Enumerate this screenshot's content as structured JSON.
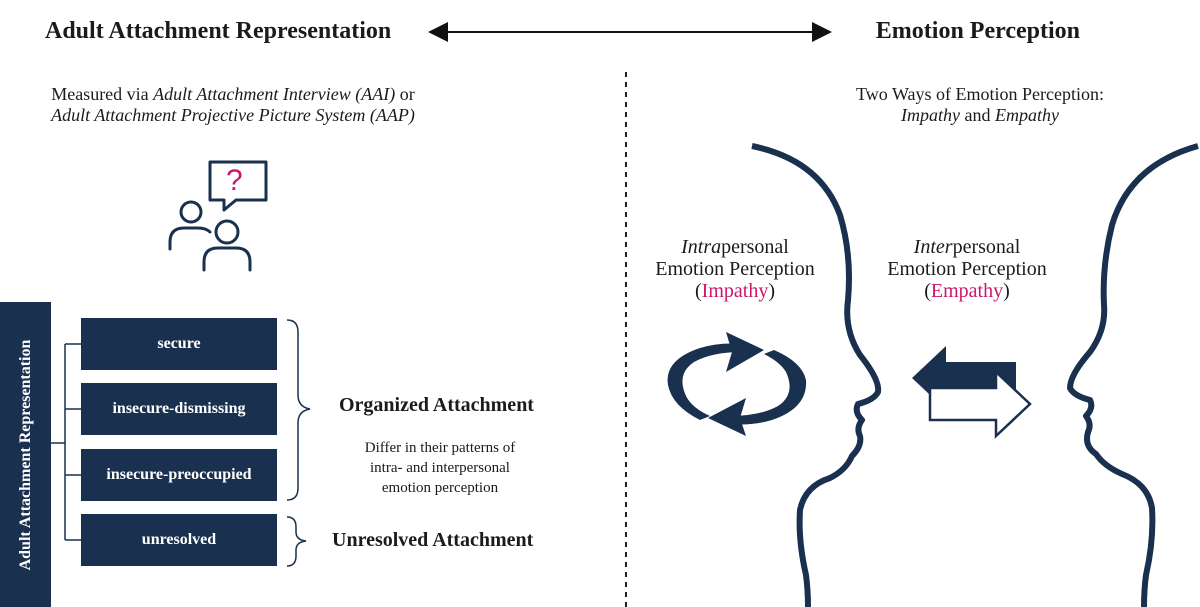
{
  "header": {
    "left_title": "Adult Attachment Representation",
    "right_title": "Emotion Perception"
  },
  "left": {
    "measured_prefix": "Measured via ",
    "instrument_1": "Adult Attachment Interview (AAI)",
    "measured_or": " or",
    "instrument_2": "Adult Attachment Projective Picture System (AAP)",
    "interview_icon_glyph": "?",
    "vertical_label": "Adult Attachment Representation",
    "categories": [
      "secure",
      "insecure-dismissing",
      "insecure-preoccupied",
      "unresolved"
    ],
    "organized_label": "Organized Attachment",
    "differ_line1": "Differ in their patterns of",
    "differ_line2": "intra- and interpersonal",
    "differ_line3": "emotion perception",
    "unresolved_label": "Unresolved Attachment"
  },
  "right": {
    "two_ways_line1": "Two Ways of Emotion Perception:",
    "impathy_word": "Impathy",
    "and_word": " and ",
    "empathy_word": "Empathy",
    "intra_prefix": "Intra",
    "intra_suffix": "personal",
    "inter_prefix": "Inter",
    "inter_suffix": "personal",
    "emotion_perception": "Emotion Perception",
    "impathy_label": "Impathy",
    "empathy_label": "Empathy",
    "open_paren": "(",
    "close_paren": ")"
  },
  "colors": {
    "navy": "#19304e",
    "accent_pink": "#c9176a"
  }
}
